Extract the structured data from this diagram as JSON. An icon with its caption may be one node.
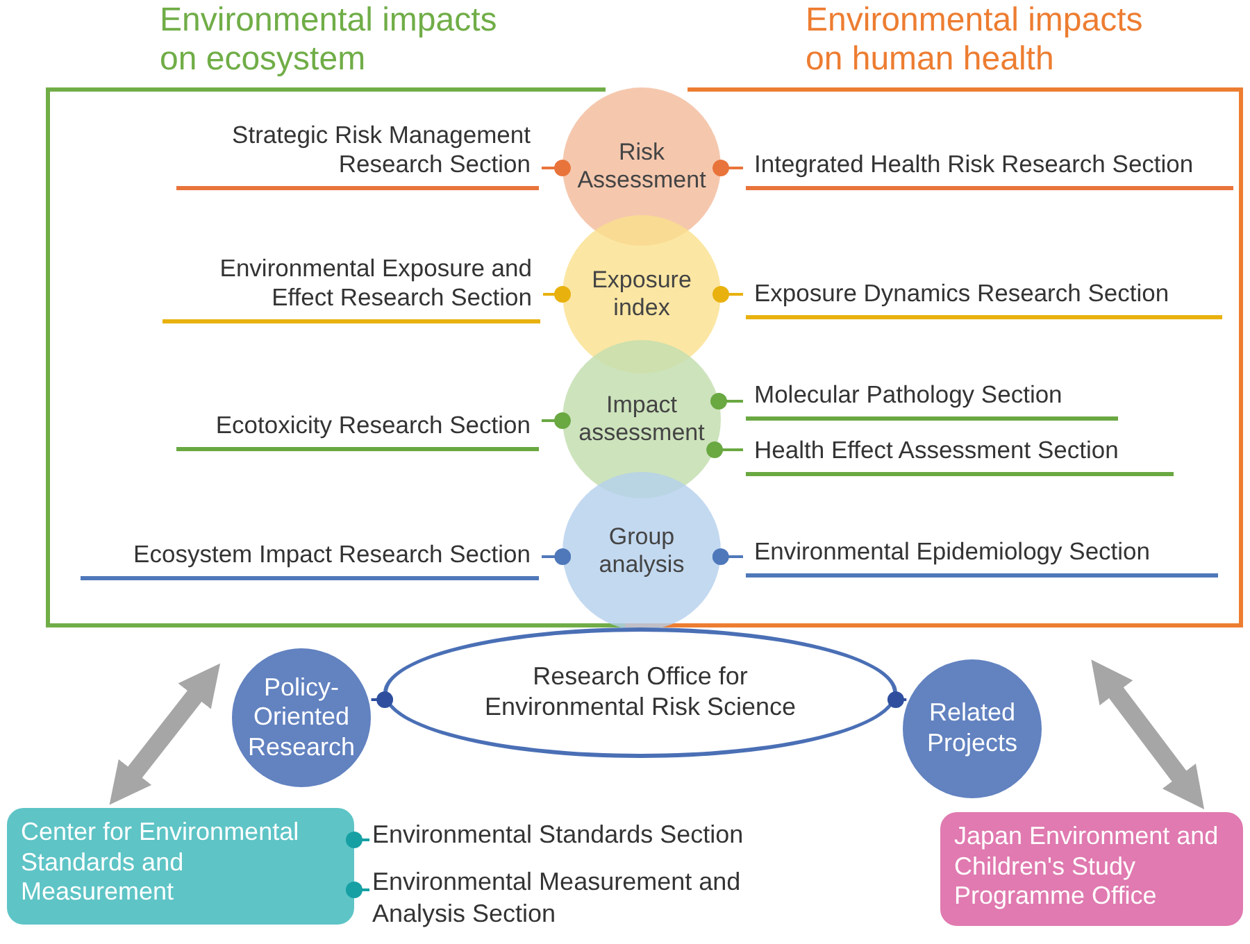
{
  "diagram": {
    "nodes": [
      {
        "text": [
          "Environmental impacts on ecosystem"
        ]
      },
      {
        "text": [
          "Environmental impacts on human health"
        ]
      },
      {
        "text": [
          "Risk Assessment"
        ]
      },
      {
        "text": [
          "Exposure index"
        ]
      },
      {
        "text": [
          "Impact assessment"
        ]
      },
      {
        "text": [
          "Group analysis"
        ]
      },
      {
        "text": [
          "Strategic Risk Management Research Section"
        ],
        "in": 0
      },
      {
        "text": [
          "Integrated Health Risk Research Section"
        ],
        "in": 1
      },
      {
        "text": [
          "Environmental Exposure and Effect Research Section"
        ],
        "in": 0
      },
      {
        "text": [
          "Exposure Dynamics Research Section"
        ],
        "in": 1
      },
      {
        "text": [
          "Ecotoxicity Research Section"
        ],
        "in": 0
      },
      {
        "text": [
          "Molecular Pathology Section"
        ],
        "in": 1
      },
      {
        "text": [
          "Health Effect Assessment Section"
        ],
        "in": 1
      },
      {
        "text": [
          "Ecosystem Impact Research Section"
        ],
        "in": 0
      },
      {
        "text": [
          "Environmental Epidemiology Section"
        ],
        "in": 1
      },
      {
        "text": [
          "Policy-Oriented Research"
        ]
      },
      {
        "text": [
          "Research Office for Environmental Risk Science"
        ]
      },
      {
        "text": [
          "Related Projects"
        ]
      },
      {
        "text": [
          "Center for Environmental Standards and Measurement"
        ]
      },
      {
        "text": [
          "Environmental Standards Section"
        ]
      },
      {
        "text": [
          "Environmental Measurement and Analysis Section"
        ]
      },
      {
        "text": [
          "Japan Environment and Children's Study Programme Office"
        ]
      }
    ],
    "edges": [
      {
        "from": 6,
        "to": 2,
        "arrow": "other",
        "color": "#e8743b"
      },
      {
        "from": 7,
        "to": 2,
        "arrow": "other",
        "color": "#e8743b"
      },
      {
        "from": 8,
        "to": 3,
        "arrow": "other",
        "color": "#e8b10e"
      },
      {
        "from": 9,
        "to": 3,
        "arrow": "other",
        "color": "#e8b10e"
      },
      {
        "from": 10,
        "to": 4,
        "arrow": "other",
        "color": "#6aa842"
      },
      {
        "from": 11,
        "to": 4,
        "arrow": "other",
        "color": "#6aa842"
      },
      {
        "from": 12,
        "to": 4,
        "arrow": "other",
        "color": "#6aa842"
      },
      {
        "from": 13,
        "to": 5,
        "arrow": "other",
        "color": "#4f78ba"
      },
      {
        "from": 14,
        "to": 5,
        "arrow": "other",
        "color": "#4f78ba"
      },
      {
        "from": 15,
        "to": 16,
        "arrow": "other",
        "color": "#2f4f9e"
      },
      {
        "from": 17,
        "to": 16,
        "arrow": "other",
        "color": "#2f4f9e"
      },
      {
        "from": 19,
        "to": 18,
        "arrow": "other",
        "color": "#16a0a4"
      },
      {
        "from": 20,
        "to": 18,
        "arrow": "other",
        "color": "#16a0a4"
      },
      {
        "from": 18,
        "to": 15,
        "arrow": "both",
        "style": "thick",
        "color": "#a6a6a6"
      },
      {
        "from": 21,
        "to": 17,
        "arrow": "both",
        "style": "thick",
        "color": "#a6a6a6"
      }
    ]
  }
}
